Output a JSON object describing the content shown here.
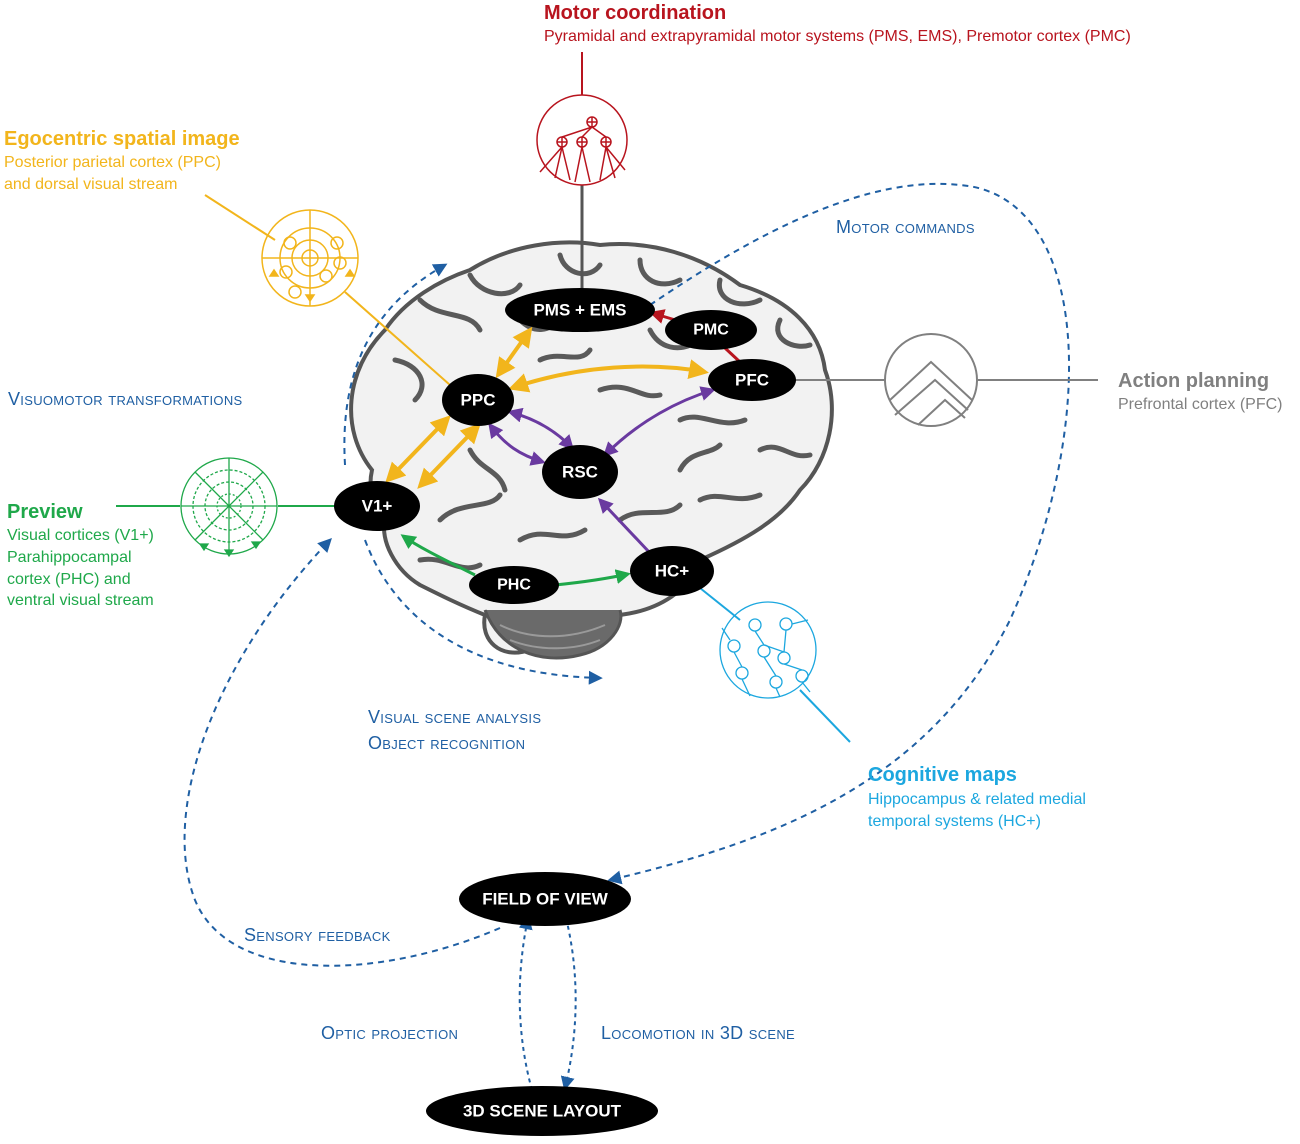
{
  "colors": {
    "motor": "#b8141e",
    "spatial": "#f2b51c",
    "preview": "#1fa84a",
    "planning": "#808080",
    "cognitive": "#1ca7df",
    "feedback": "#1f5fa3",
    "rsc": "#6a3aa0",
    "brain": "#5a5a5a",
    "node": "#000000"
  },
  "nodes": {
    "pms_ems": "PMS + EMS",
    "pmc": "PMC",
    "pfc": "PFC",
    "ppc": "PPC",
    "rsc": "RSC",
    "v1": "V1+",
    "phc": "PHC",
    "hc": "HC+",
    "field_of_view": "FIELD OF VIEW",
    "scene_layout": "3D SCENE LAYOUT"
  },
  "modules": {
    "motor": {
      "title": "Motor coordination",
      "sub1": "Pyramidal and extrapyramidal motor systems (PMS, EMS), Premotor cortex (PMC)"
    },
    "spatial": {
      "title": "Egocentric spatial image",
      "sub1": "Posterior parietal cortex (PPC)",
      "sub2": "and dorsal visual stream"
    },
    "preview": {
      "title": "Preview",
      "sub1": "Visual cortices (V1+)",
      "sub2": "Parahippocampal",
      "sub3": "cortex (PHC) and",
      "sub4": "ventral visual stream"
    },
    "planning": {
      "title": "Action planning",
      "sub1": "Prefrontal cortex (PFC)"
    },
    "cognitive": {
      "title": "Cognitive maps",
      "sub1": "Hippocampus & related medial",
      "sub2": "temporal systems (HC+)"
    }
  },
  "flow_labels": {
    "motor_commands": "Motor commands",
    "visuomotor": "Visuomotor transformations",
    "visual_scene": "Visual scene analysis",
    "object_recognition": "Object recognition",
    "sensory_feedback": "Sensory feedback",
    "optic_projection": "Optic projection",
    "locomotion": "Locomotion in 3D scene"
  },
  "icons": {
    "motor": "hierarchical-network-icon",
    "spatial": "egocentric-radar-icon",
    "preview": "polar-grid-icon",
    "planning": "nested-chevron-icon",
    "cognitive": "network-map-icon"
  }
}
